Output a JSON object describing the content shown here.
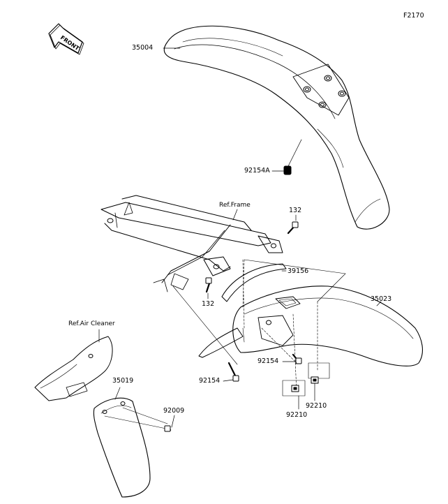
{
  "diagram": {
    "id_code": "F2170",
    "front_badge": "FRONT",
    "callouts": {
      "p35004": "35004",
      "p92154a": "92154A",
      "ref_frame": "Ref.Frame",
      "p132_top": "132",
      "p39156": "39156",
      "p35023": "35023",
      "p132_bottom": "132",
      "ref_air_cleaner": "Ref.Air Cleaner",
      "p92154_right": "92154",
      "p92154_left": "92154",
      "p35019": "35019",
      "p92009": "92009",
      "p92210_left": "92210",
      "p92210_right": "92210"
    }
  }
}
